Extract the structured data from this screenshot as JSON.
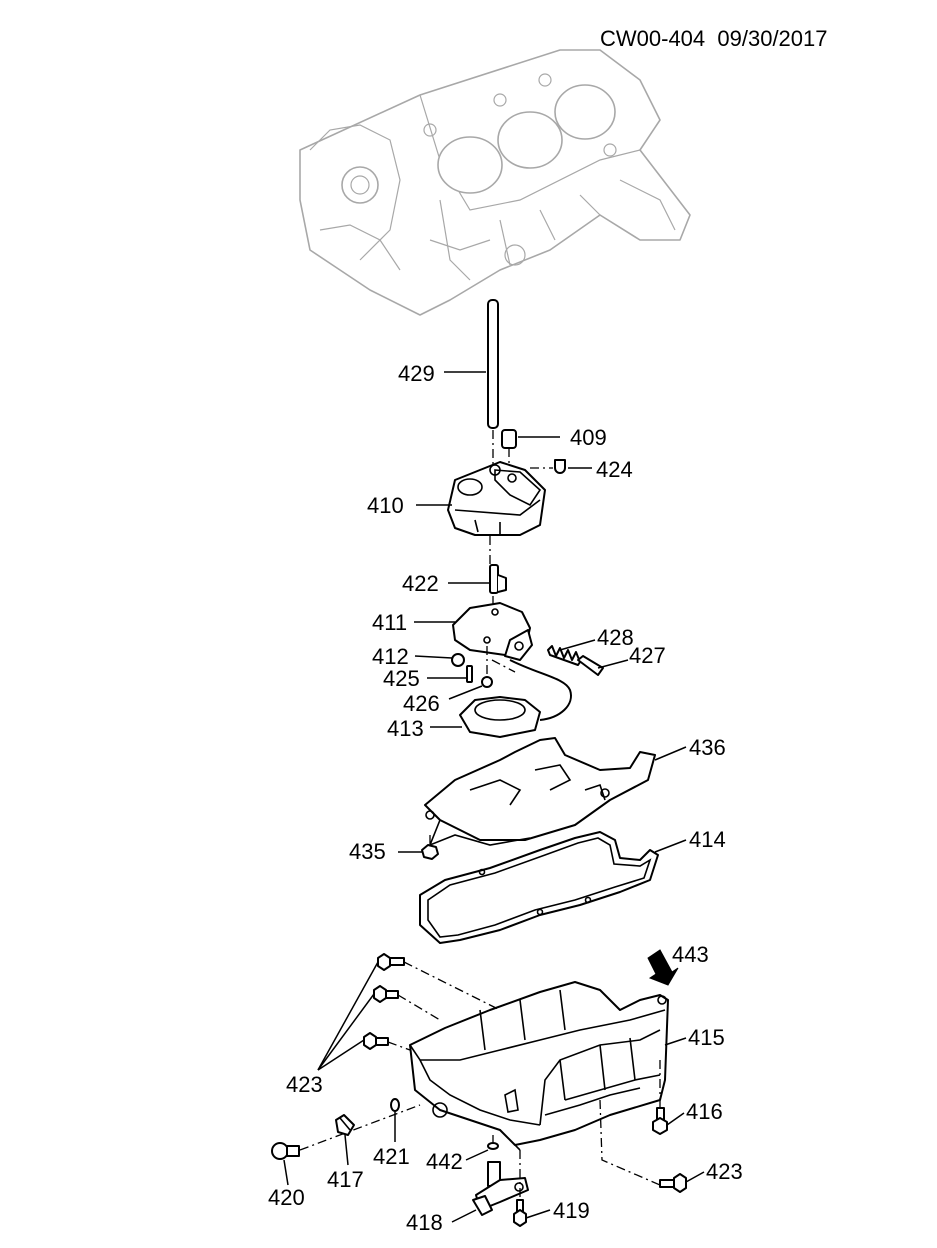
{
  "header": {
    "doc_id": "CW00-404",
    "date": "09/30/2017"
  },
  "callouts": {
    "c409": "409",
    "c410": "410",
    "c411": "411",
    "c412": "412",
    "c413": "413",
    "c414": "414",
    "c415": "415",
    "c416": "416",
    "c417": "417",
    "c418": "418",
    "c419": "419",
    "c420": "420",
    "c421": "421",
    "c422": "422",
    "c423a": "423",
    "c423b": "423",
    "c424": "424",
    "c425": "425",
    "c426": "426",
    "c427": "427",
    "c428": "428",
    "c429": "429",
    "c435": "435",
    "c436": "436",
    "c442": "442",
    "c443": "443"
  }
}
